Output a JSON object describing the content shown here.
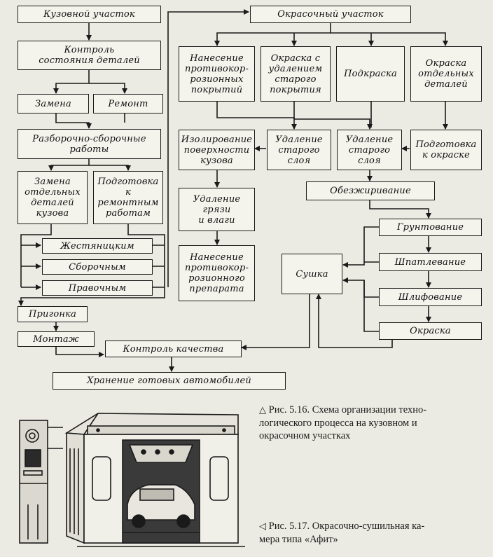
{
  "diagram": {
    "boxes": {
      "body_section": "Кузовной участок",
      "check_parts": "Контроль\nсостояния деталей",
      "replace": "Замена",
      "repair": "Ремонт",
      "disassembly": "Разборочно-сборочные\nработы",
      "replace_body_parts": "Замена\nотдельных\nдеталей\nкузова",
      "prep_repair": "Подготовка\nк\nремонтным\nработам",
      "tinsmith": "Жестяницким",
      "assembly_work": "Сборочным",
      "straightening": "Правочным",
      "fitting": "Пригонка",
      "mounting": "Монтаж",
      "quality_control": "Контроль качества",
      "storage": "Хранение готовых автомобилей",
      "paint_section": "Окрасочный участок",
      "anticorrosion_coating": "Нанесение\nпротивокор-\nрозионных\nпокрытий",
      "paint_remove_old": "Окраска с\nудалением\nстарого\nпокрытия",
      "touch_up": "Подкраска",
      "paint_parts": "Окраска\nотдельных\nдеталей",
      "isolate_surfaces": "Изолирование\nповерхности\nкузова",
      "remove_old_layer_a": "Удаление\nстарого\nслоя",
      "remove_old_layer_b": "Удаление\nстарого\nслоя",
      "prep_painting": "Подготовка\nк окраске",
      "remove_dirt": "Удаление\nгрязи\nи влаги",
      "apply_anticorrosion": "Нанесение\nпротивокор-\nрозионного\nпрепарата",
      "degreasing": "Обезжиривание",
      "priming": "Грунтование",
      "puttying": "Шпатлевание",
      "drying": "Сушка",
      "sanding": "Шлифование",
      "painting": "Окраска"
    }
  },
  "captions": {
    "fig516_mark": "△",
    "fig516_text": "Рис. 5.16. Схема организации техно-\nлогического процесса на кузовном и\nокрасочном участках",
    "fig517_mark": "◁",
    "fig517_text": "Рис. 5.17. Окрасочно-сушильная ка-\nмера типа «Афит»"
  }
}
